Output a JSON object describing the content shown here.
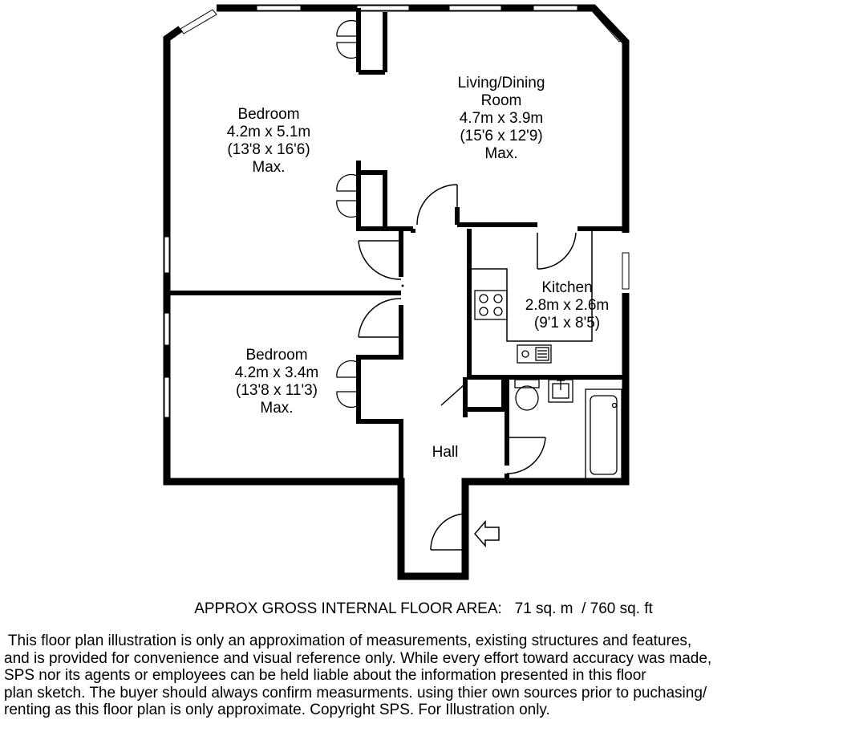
{
  "rooms": {
    "bedroom1": {
      "name": "Bedroom",
      "metric": "4.2m x 5.1m",
      "imperial": "(13'8 x 16'6)",
      "suffix": "Max."
    },
    "living": {
      "name_line1": "Living/Dining",
      "name_line2": "Room",
      "metric": "4.7m x 3.9m",
      "imperial": "(15'6 x 12'9)",
      "suffix": "Max."
    },
    "kitchen": {
      "name": "Kitchen",
      "metric": "2.8m x 2.6m",
      "imperial": "(9'1 x 8'5)"
    },
    "bedroom2": {
      "name": "Bedroom",
      "metric": "4.2m x 3.4m",
      "imperial": "(13'8 x 11'3)",
      "suffix": "Max."
    },
    "hall": {
      "name": "Hall"
    }
  },
  "floor_area": {
    "label": "APPROX GROSS INTERNAL FLOOR AREA:",
    "metric": "71 sq. m",
    "separator": "/",
    "imperial": "760 sq. ft"
  },
  "disclaimer": {
    "lines": [
      " This floor plan illustration is only an approximation of measurements, existing structures and features,",
      "and is provided for convenience and visual reference only. While every effort toward accuracy was made,",
      "SPS nor its agents or employees can be held liable about the information presented in this floor",
      "plan sketch. The buyer should always confirm measurments. using thier own sources prior to puchasing/",
      "renting as this floor plan is only approximate. Copyright SPS. For Illustration only."
    ]
  },
  "icons": [
    "entrance-arrow-icon",
    "hob-icon",
    "sink-icon",
    "toilet-icon",
    "basin-icon",
    "bath-icon"
  ]
}
